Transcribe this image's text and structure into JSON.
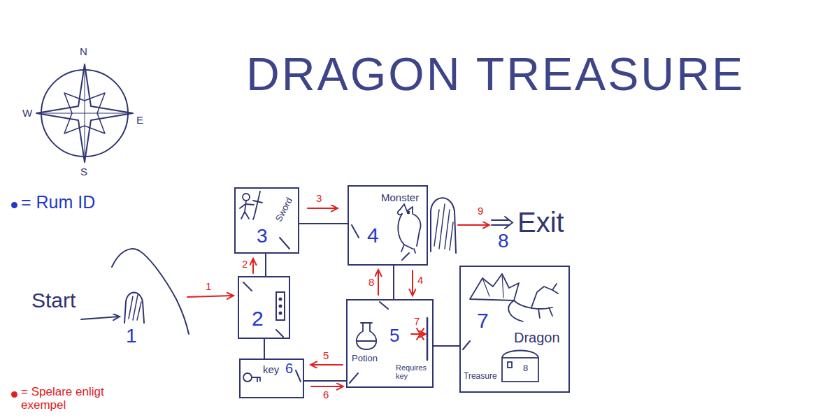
{
  "diagram": {
    "title": "DRAGON TREASURE",
    "nodes": [
      {
        "text": [
          "Sword",
          "3"
        ]
      },
      {
        "text": [
          "Monster",
          "4"
        ]
      },
      {
        "text": [
          "2"
        ]
      },
      {
        "text": [
          "Potion",
          "5",
          "Requires key"
        ]
      },
      {
        "text": [
          "7",
          "Dragon",
          "Treasure",
          "8"
        ]
      },
      {
        "text": [
          "key",
          "6"
        ]
      }
    ],
    "edges": [
      {
        "from": 0,
        "to": 1,
        "arrow": "none"
      },
      {
        "from": 0,
        "to": 2,
        "arrow": "none"
      },
      {
        "from": 2,
        "to": 5,
        "arrow": "none"
      },
      {
        "from": 1,
        "to": 3,
        "arrow": "none"
      },
      {
        "from": 5,
        "to": 3,
        "arrow": "none"
      },
      {
        "from": 3,
        "to": 4,
        "arrow": "none"
      }
    ],
    "labels": [
      "Start",
      "1",
      "Exit",
      "8",
      "N",
      "W",
      "E",
      "S",
      "1",
      "2",
      "3",
      "4",
      "5",
      "6",
      "7",
      "8",
      "9"
    ],
    "legend": [
      {
        "text": "= Rum ID",
        "color": "#2338c8"
      },
      {
        "text": "= Spelare enligt exempel",
        "color": "#e0201c"
      }
    ]
  }
}
